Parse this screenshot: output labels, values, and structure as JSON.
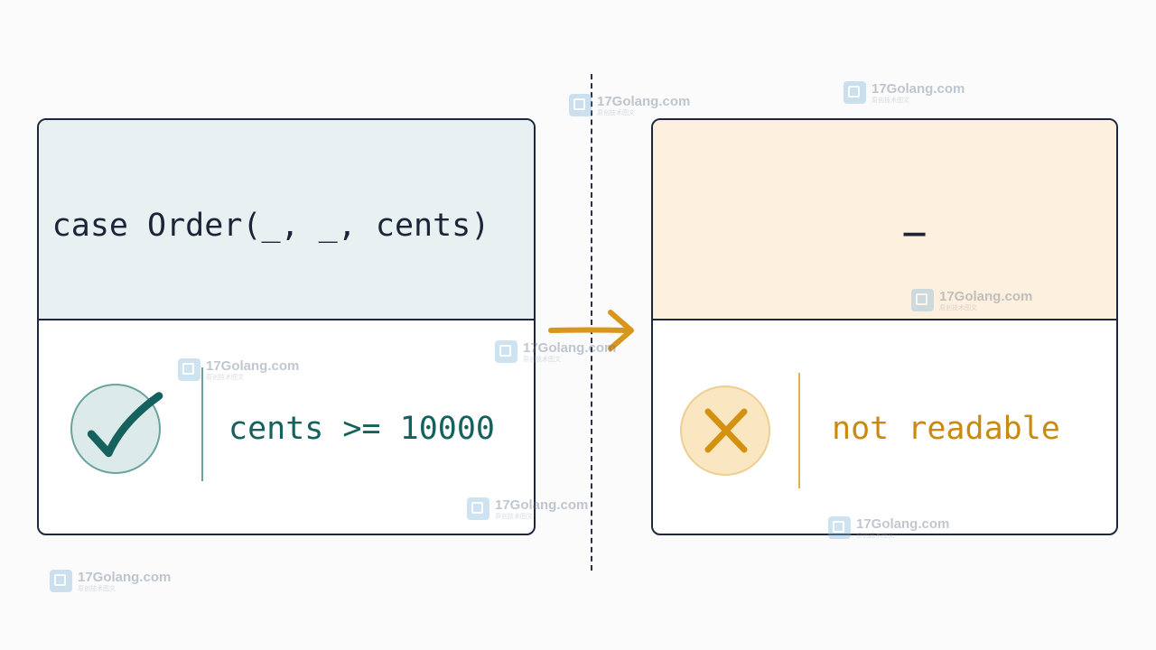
{
  "left_panel": {
    "pattern": "case Order(_, _, cents)",
    "verdict": "cents >= 10000",
    "status_icon": "check-icon",
    "accent_color": "#14615e",
    "fill_color": "#e8f0f1"
  },
  "right_panel": {
    "pattern": "_",
    "verdict": "not readable",
    "status_icon": "cross-icon",
    "accent_color": "#c98a12",
    "fill_color": "#fdf0de"
  },
  "watermark": {
    "text": "17Golang.com",
    "subtext": "原创技术图文",
    "icon": "17golang-logo-icon"
  }
}
